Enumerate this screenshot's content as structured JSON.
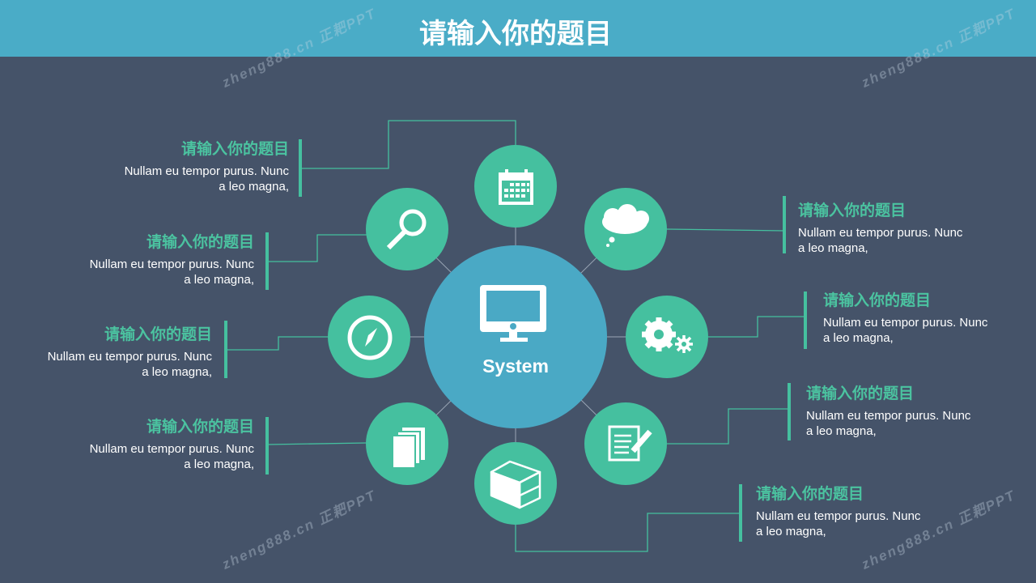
{
  "header": {
    "title": "请输入你的题目"
  },
  "center": {
    "label": "System",
    "icon": "monitor-icon"
  },
  "watermark": "zheng888.cn 正耙PPT",
  "colors": {
    "background": "#455369",
    "header": "#4aacc7",
    "accent": "#45c09f",
    "center": "#4aa9c5"
  },
  "items": [
    {
      "title": "请输入你的题目",
      "desc1": "Nullam  eu tempor purus.  Nunc",
      "desc2": "a leo magna,",
      "icon": "calendar-icon"
    },
    {
      "title": "请输入你的题目",
      "desc1": "Nullam  eu tempor purus.  Nunc",
      "desc2": "a leo magna,",
      "icon": "search-icon"
    },
    {
      "title": "请输入你的题目",
      "desc1": "Nullam  eu tempor purus.  Nunc",
      "desc2": "a leo magna,",
      "icon": "compass-icon"
    },
    {
      "title": "请输入你的题目",
      "desc1": "Nullam  eu tempor purus.  Nunc",
      "desc2": "a leo magna,",
      "icon": "documents-icon"
    },
    {
      "title": "请输入你的题目",
      "desc1": "Nullam  eu tempor purus.  Nunc",
      "desc2": "a leo magna,",
      "icon": "cloud-thought-icon"
    },
    {
      "title": "请输入你的题目",
      "desc1": "Nullam  eu tempor purus.  Nunc",
      "desc2": "a leo magna,",
      "icon": "gears-icon"
    },
    {
      "title": "请输入你的题目",
      "desc1": "Nullam  eu tempor purus.  Nunc",
      "desc2": "a leo magna,",
      "icon": "notepad-pencil-icon"
    },
    {
      "title": "请输入你的题目",
      "desc1": "Nullam  eu tempor purus.  Nunc",
      "desc2": "a leo magna,",
      "icon": "box-icon"
    }
  ]
}
